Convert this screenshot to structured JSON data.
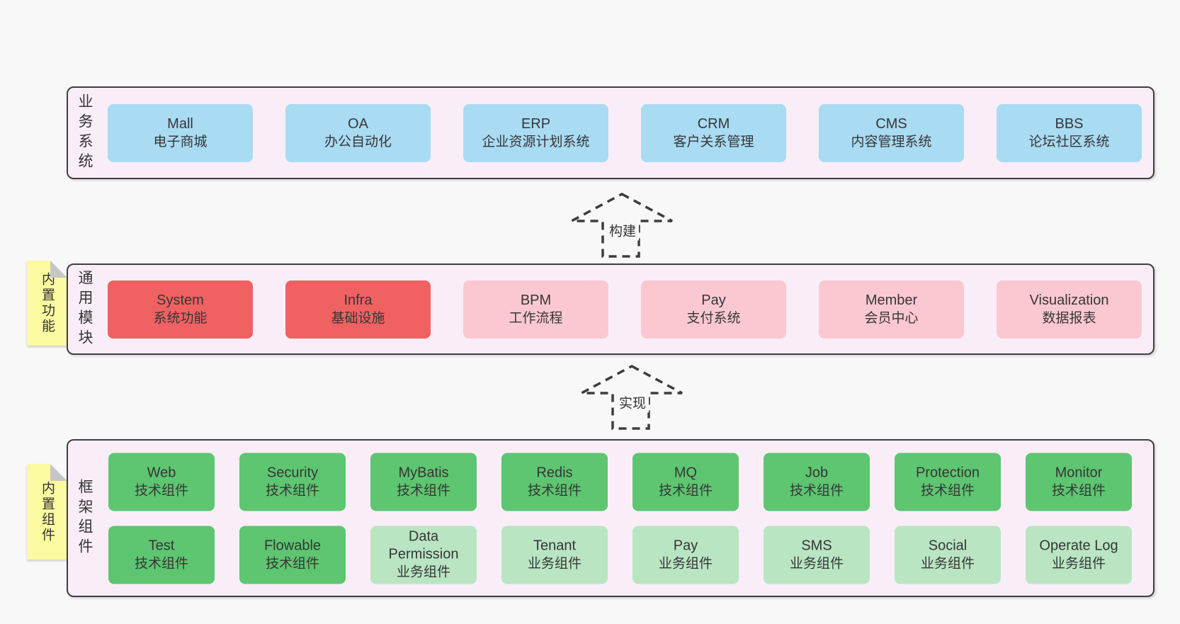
{
  "palette": {
    "page_bg": "#f8f8f8",
    "panel_bg": "#f9eef7",
    "panel_border": "#3f3f3f",
    "blue_box": "#a9dbf3",
    "red_box": "#f06162",
    "pink_box": "#fbc8d2",
    "green_box": "#5ec571",
    "light_green_box": "#b9e5c3",
    "sticky_yellow": "#fbfaa0",
    "sticky_fold_gray": "#c4c7c6",
    "text": "#363636"
  },
  "arrows": [
    {
      "label": "构建"
    },
    {
      "label": "实现"
    }
  ],
  "layers": [
    {
      "label": "业务系统",
      "boxes": [
        {
          "name": "Mall",
          "subtitle": "电子商城"
        },
        {
          "name": "OA",
          "subtitle": "办公自动化"
        },
        {
          "name": "ERP",
          "subtitle": "企业资源计划系统"
        },
        {
          "name": "CRM",
          "subtitle": "客户关系管理"
        },
        {
          "name": "CMS",
          "subtitle": "内容管理系统"
        },
        {
          "name": "BBS",
          "subtitle": "论坛社区系统"
        }
      ]
    },
    {
      "label": "通用模块",
      "sticky": "内置功能",
      "boxes": [
        {
          "name": "System",
          "subtitle": "系统功能"
        },
        {
          "name": "Infra",
          "subtitle": "基础设施"
        },
        {
          "name": "BPM",
          "subtitle": "工作流程"
        },
        {
          "name": "Pay",
          "subtitle": "支付系统"
        },
        {
          "name": "Member",
          "subtitle": "会员中心"
        },
        {
          "name": "Visualization",
          "subtitle": "数据报表"
        }
      ]
    },
    {
      "label": "框架组件",
      "sticky": "内置组件",
      "rows": [
        [
          {
            "name": "Web",
            "subtitle": "技术组件"
          },
          {
            "name": "Security",
            "subtitle": "技术组件"
          },
          {
            "name": "MyBatis",
            "subtitle": "技术组件"
          },
          {
            "name": "Redis",
            "subtitle": "技术组件"
          },
          {
            "name": "MQ",
            "subtitle": "技术组件"
          },
          {
            "name": "Job",
            "subtitle": "技术组件"
          },
          {
            "name": "Protection",
            "subtitle": "技术组件"
          },
          {
            "name": "Monitor",
            "subtitle": "技术组件"
          }
        ],
        [
          {
            "name": "Test",
            "subtitle": "技术组件"
          },
          {
            "name": "Flowable",
            "subtitle": "技术组件"
          },
          {
            "name": "Data Permission",
            "subtitle": "业务组件"
          },
          {
            "name": "Tenant",
            "subtitle": "业务组件"
          },
          {
            "name": "Pay",
            "subtitle": "业务组件"
          },
          {
            "name": "SMS",
            "subtitle": "业务组件"
          },
          {
            "name": "Social",
            "subtitle": "业务组件"
          },
          {
            "name": "Operate Log",
            "subtitle": "业务组件"
          }
        ]
      ]
    }
  ]
}
